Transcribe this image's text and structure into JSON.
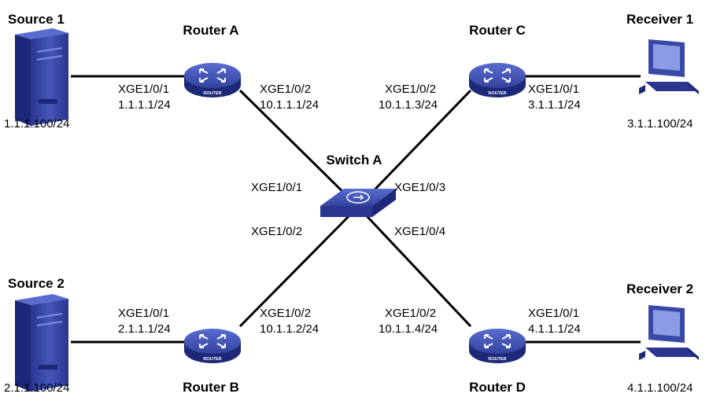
{
  "devices": {
    "source1": {
      "name": "Source 1",
      "ip": "1.1.1.100/24"
    },
    "source2": {
      "name": "Source 2",
      "ip": "2.1.1.100/24"
    },
    "receiver1": {
      "name": "Receiver 1",
      "ip": "3.1.1.100/24"
    },
    "receiver2": {
      "name": "Receiver 2",
      "ip": "4.1.1.100/24"
    },
    "routerA": {
      "name": "Router A",
      "badge": "ROUTER",
      "if1": {
        "port": "XGE1/0/1",
        "ip": "1.1.1.1/24"
      },
      "if2": {
        "port": "XGE1/0/2",
        "ip": "10.1.1.1/24"
      }
    },
    "routerB": {
      "name": "Router B",
      "badge": "ROUTER",
      "if1": {
        "port": "XGE1/0/1",
        "ip": "2.1.1.1/24"
      },
      "if2": {
        "port": "XGE1/0/2",
        "ip": "10.1.1.2/24"
      }
    },
    "routerC": {
      "name": "Router C",
      "badge": "ROUTER",
      "if1": {
        "port": "XGE1/0/1",
        "ip": "3.1.1.1/24"
      },
      "if2": {
        "port": "XGE1/0/2",
        "ip": "10.1.1.3/24"
      }
    },
    "routerD": {
      "name": "Router D",
      "badge": "ROUTER",
      "if1": {
        "port": "XGE1/0/1",
        "ip": "4.1.1.1/24"
      },
      "if2": {
        "port": "XGE1/0/2",
        "ip": "10.1.1.4/24"
      }
    },
    "switchA": {
      "name": "Switch A",
      "p1": "XGE1/0/1",
      "p2": "XGE1/0/2",
      "p3": "XGE1/0/3",
      "p4": "XGE1/0/4"
    }
  },
  "colors": {
    "device_blue": "#3a49a8",
    "device_dark": "#1d2878",
    "link": "#000000"
  }
}
